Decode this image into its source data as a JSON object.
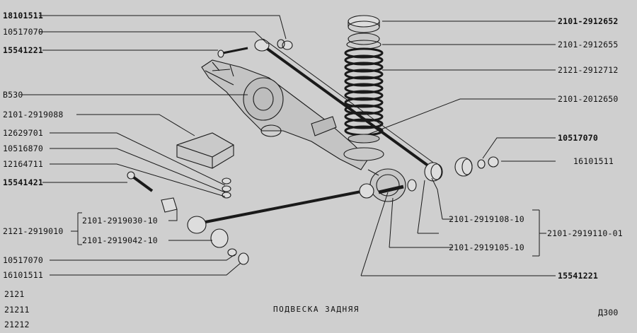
{
  "caption": "ПОДВЕСКА ЗАДНЯЯ",
  "page_code": "Д300",
  "models": [
    "2121",
    "21211",
    "21212"
  ],
  "labels_left": [
    "18101511",
    "10517070",
    "15541221",
    "В530",
    "2101-2919088",
    "12629701",
    "10516870",
    "12164711",
    "15541421",
    "2121-2919010",
    "2101-2919030-10",
    "2101-2919042-10",
    "10517070",
    "16101511"
  ],
  "labels_right": [
    "2101-2912652",
    "2101-2912655",
    "2121-2912712",
    "2101-2012650",
    "10517070",
    "16101511",
    "2101-2919108-10",
    "2101-2919110-01",
    "2101-2919105-10",
    "15541221"
  ]
}
